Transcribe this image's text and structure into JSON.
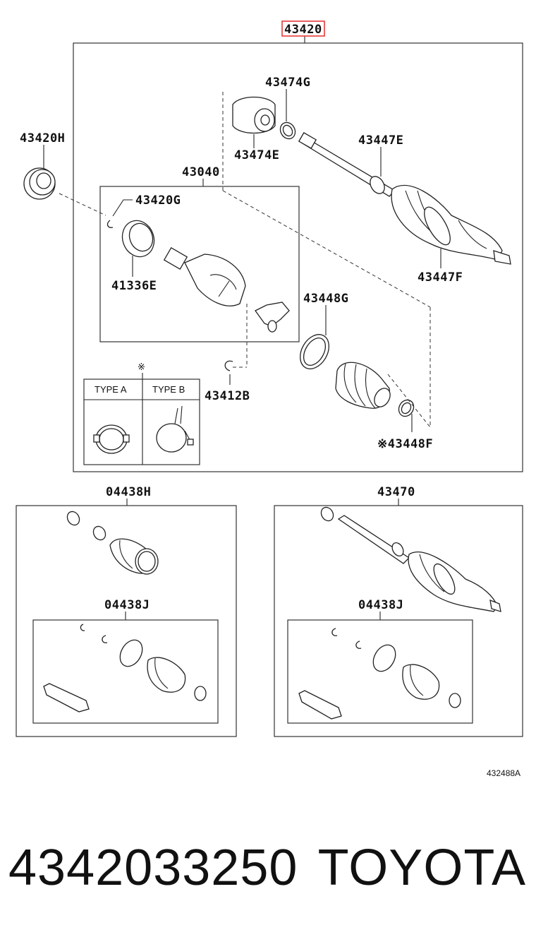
{
  "diagram": {
    "labels": {
      "main": "43420",
      "l43420H": "43420H",
      "l43474G": "43474G",
      "l43474E": "43474E",
      "l43447E": "43447E",
      "l43040": "43040",
      "l43420G": "43420G",
      "l41336E": "41336E",
      "l43447F": "43447F",
      "l43448G": "43448G",
      "l43412B": "43412B",
      "l43448F": "※43448F",
      "note_mark": "※",
      "typeA": "TYPE A",
      "typeB": "TYPE B",
      "l04438H": "04438H",
      "l43470": "43470",
      "l04438J_left": "04438J",
      "l04438J_right": "04438J",
      "ref_code": "432488A"
    },
    "colors": {
      "highlight": "#e53b3b",
      "lines": "#222222"
    }
  },
  "footer": {
    "part_number": "4342033250",
    "brand": "TOYOTA"
  }
}
